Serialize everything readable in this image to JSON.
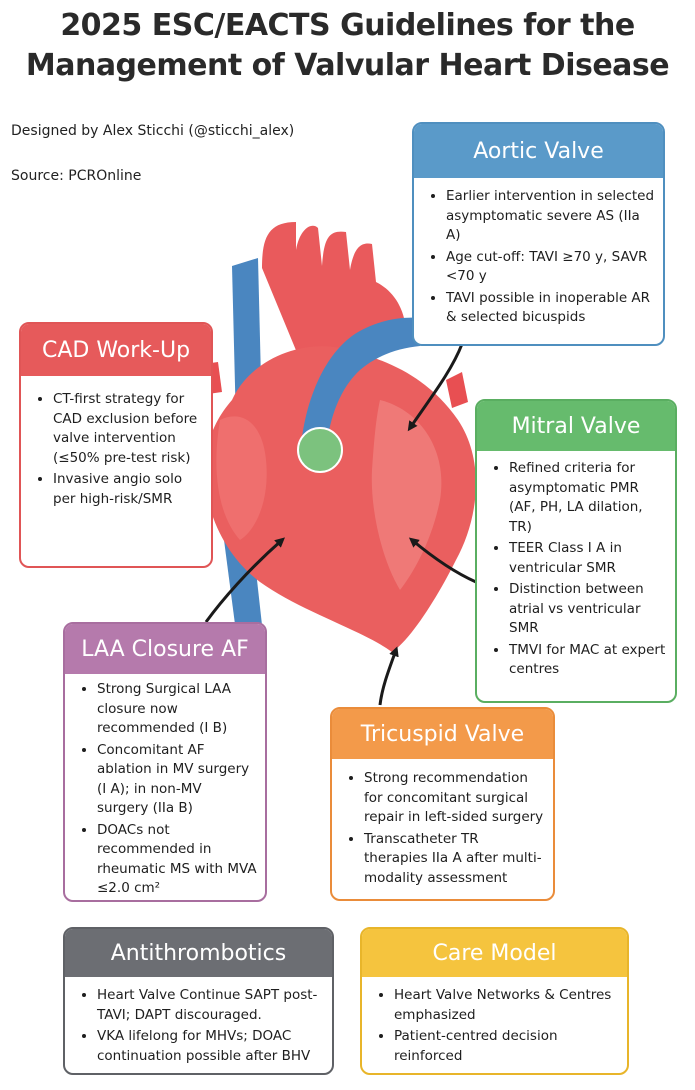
{
  "title_line1": "2025 ESC/EACTS Guidelines for the",
  "title_line2": "Management of Valvular Heart Disease",
  "credit_designer": "Designed by Alex Sticchi (@sticchi_alex)",
  "credit_source": "Source: PCROnline",
  "colors": {
    "aortic": "#5a9ac9",
    "cad": "#e65a5b",
    "mitral": "#66bb6d",
    "laa": "#b57aac",
    "tricuspid": "#f39a4a",
    "antithrombotics": "#6c6e73",
    "care": "#f5c43e",
    "heart_body": "#ea5f5f",
    "vessel_blue": "#4a86c0",
    "valve_green": "#7cc27e"
  },
  "cards": {
    "aortic": {
      "heading": "Aortic Valve",
      "items": [
        "Earlier intervention in selected asymptomatic severe AS (IIa A)",
        "Age cut-off: TAVI ≥70 y, SAVR <70 y",
        "TAVI possible in inoperable AR & selected bicuspids"
      ]
    },
    "cad": {
      "heading": "CAD Work-Up",
      "items": [
        "CT-first strategy for CAD exclusion before valve intervention (≤50% pre-test risk)",
        "Invasive angio solo per high-risk/SMR"
      ]
    },
    "mitral": {
      "heading": "Mitral Valve",
      "items": [
        "Refined criteria for asymptomatic PMR (AF, PH, LA dilation, TR)",
        "TEER Class I A in ventricular SMR",
        "Distinction between atrial vs ventricular SMR",
        "TMVI for MAC at expert centres"
      ]
    },
    "laa": {
      "heading": "LAA Closure AF",
      "items": [
        "Strong Surgical LAA closure now recommended (I B)",
        "Concomitant AF ablation in MV surgery (I A); in non-MV surgery (IIa B)",
        "DOACs not recommended in rheumatic MS with MVA ≤2.0 cm²"
      ]
    },
    "tricuspid": {
      "heading": "Tricuspid Valve",
      "items": [
        "Strong recommendation for concomitant surgical repair in left-sided surgery",
        "Transcatheter TR therapies IIa A after multi-modality assessment"
      ]
    },
    "antithrombotics": {
      "heading": "Antithrombotics",
      "items": [
        "Heart Valve Continue SAPT post-TAVI; DAPT discouraged.",
        "VKA lifelong for MHVs; DOAC continuation possible after BHV"
      ]
    },
    "care": {
      "heading": "Care Model",
      "items": [
        "Heart Valve Networks & Centres emphasized",
        "Patient-centred decision reinforced"
      ]
    }
  }
}
